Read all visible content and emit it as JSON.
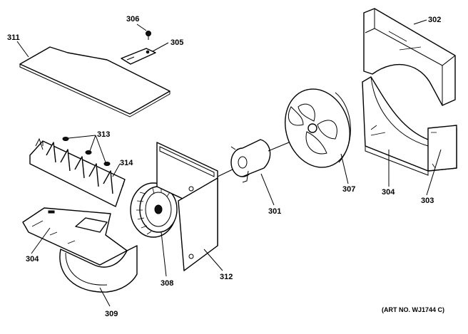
{
  "diagram": {
    "callouts": {
      "p306": "306",
      "p305": "305",
      "p311": "311",
      "p313": "313",
      "p314": "314",
      "p304a": "304",
      "p309": "309",
      "p308": "308",
      "p312": "312",
      "p301": "301",
      "p307": "307",
      "p302": "302",
      "p304b": "304",
      "p303": "303"
    },
    "art_number": "(ART NO. WJ1744 C)"
  }
}
